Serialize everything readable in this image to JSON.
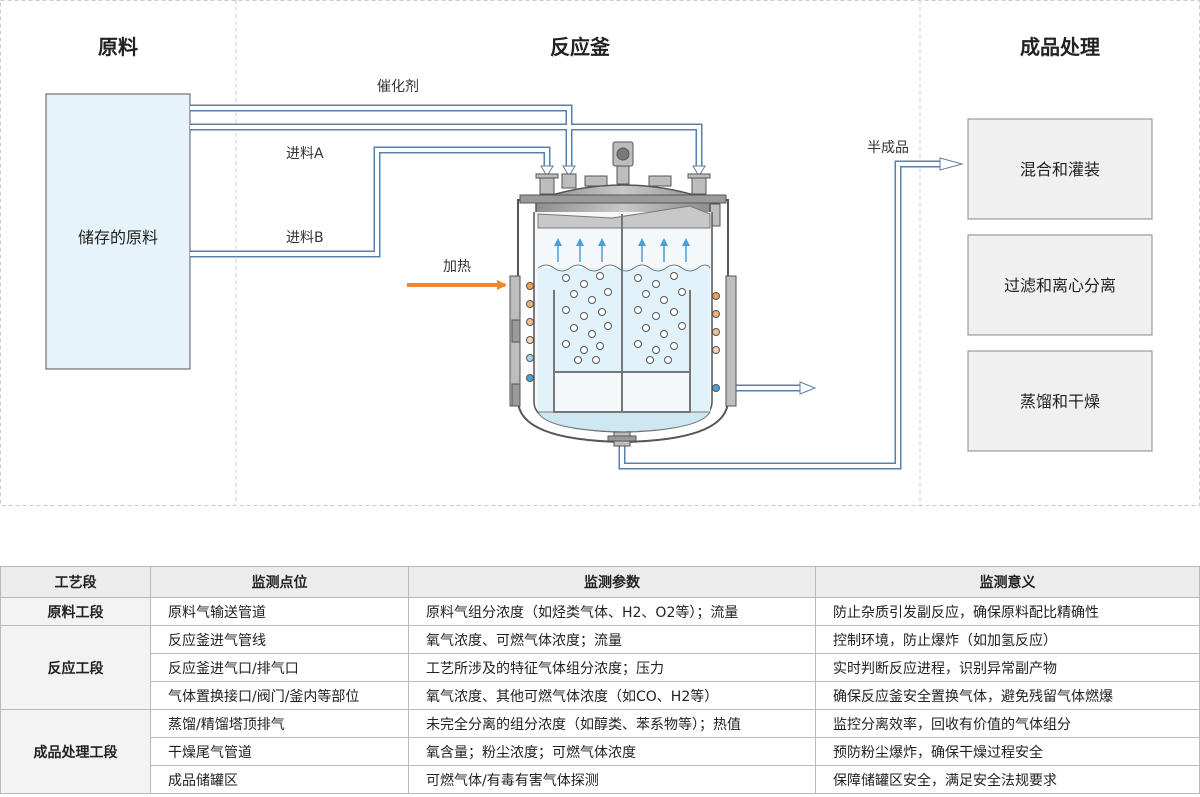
{
  "zones": {
    "raw": "原料",
    "reactor": "反应釜",
    "finish": "成品处理"
  },
  "labels": {
    "storage": "储存的原料",
    "catalyst": "催化剂",
    "feed_a": "进料A",
    "feed_b": "进料B",
    "heating": "加热",
    "semi_product": "半成品"
  },
  "process_boxes": [
    "混合和灌装",
    "过滤和离心分离",
    "蒸馏和干燥"
  ],
  "colors": {
    "accent_orange": "#f08a24",
    "pipe_blue": "#5a7fa8",
    "arrow_blue": "#4a9fd8",
    "storage_fill": "#e6f3fb"
  },
  "table": {
    "headers": [
      "工艺段",
      "监测点位",
      "监测参数",
      "监测意义"
    ],
    "groups": [
      {
        "stage": "原料工段",
        "rows": [
          [
            "原料气输送管道",
            "原料气组分浓度（如烃类气体、H2、O2等）；流量",
            "防止杂质引发副反应，确保原料配比精确性"
          ]
        ]
      },
      {
        "stage": "反应工段",
        "rows": [
          [
            "反应釜进气管线",
            "氧气浓度、可燃气体浓度；流量",
            "控制环境，防止爆炸（如加氢反应）"
          ],
          [
            "反应釜进气口/排气口",
            "工艺所涉及的特征气体组分浓度；压力",
            "实时判断反应进程，识别异常副产物"
          ],
          [
            "气体置换接口/阀门/釜内等部位",
            "氧气浓度、其他可燃气体浓度（如CO、H2等）",
            "确保反应釜安全置换气体，避免残留气体燃爆"
          ]
        ]
      },
      {
        "stage": "成品处理工段",
        "rows": [
          [
            "蒸馏/精馏塔顶排气",
            "未完全分离的组分浓度（如醇类、苯系物等）；热值",
            "监控分离效率，回收有价值的气体组分"
          ],
          [
            "干燥尾气管道",
            "氧含量；粉尘浓度；可燃气体浓度",
            "预防粉尘爆炸，确保干燥过程安全"
          ],
          [
            "成品储罐区",
            "可燃气体/有毒有害气体探测",
            "保障储罐区安全，满足安全法规要求"
          ]
        ]
      }
    ]
  }
}
